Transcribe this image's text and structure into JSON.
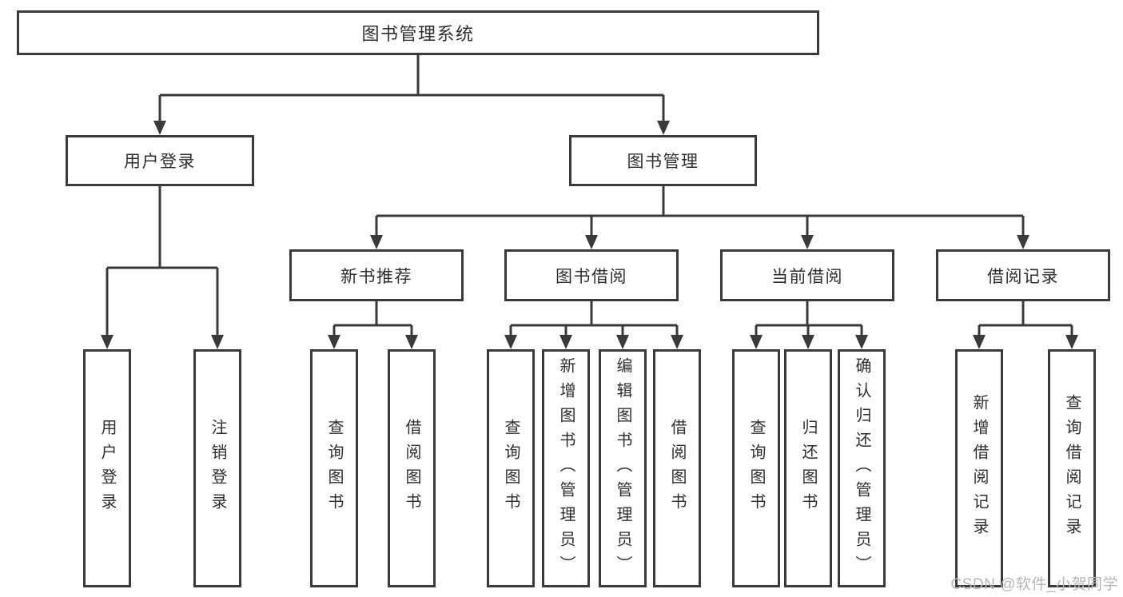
{
  "diagram": {
    "root": {
      "label": "图书管理系统",
      "children": [
        {
          "label": "用户登录",
          "children": [
            {
              "label": "用户登录"
            },
            {
              "label": "注销登录"
            }
          ]
        },
        {
          "label": "图书管理",
          "children": [
            {
              "label": "新书推荐",
              "children": [
                {
                  "label": "查询图书"
                },
                {
                  "label": "借阅图书"
                }
              ]
            },
            {
              "label": "图书借阅",
              "children": [
                {
                  "label": "查询图书"
                },
                {
                  "label": "新增图书（管理员）"
                },
                {
                  "label": "编辑图书（管理员）"
                },
                {
                  "label": "借阅图书"
                }
              ]
            },
            {
              "label": "当前借阅",
              "children": [
                {
                  "label": "查询图书"
                },
                {
                  "label": "归还图书"
                },
                {
                  "label": "确认归还（管理员）"
                }
              ]
            },
            {
              "label": "借阅记录",
              "children": [
                {
                  "label": "新增借阅记录"
                },
                {
                  "label": "查询借阅记录"
                }
              ]
            }
          ]
        }
      ]
    }
  },
  "watermark": {
    "text": "CSDN @软件_小贺同学"
  },
  "colors": {
    "line": "#3a3a3a",
    "box_border": "#3a3a3a",
    "text": "#2e2e2e",
    "watermark": "#b6b6b6",
    "background": "#ffffff"
  }
}
